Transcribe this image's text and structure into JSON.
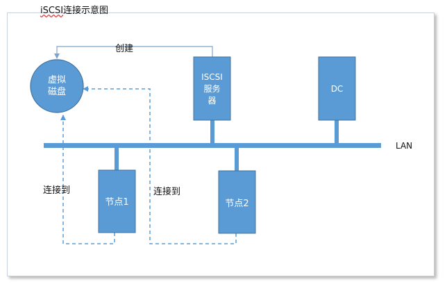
{
  "title": {
    "prefix": "iSCSI",
    "suffix": "连接示意图"
  },
  "nodes": {
    "virtual_disk": {
      "line1": "虚拟",
      "line2": "磁盘"
    },
    "iscsi_server": {
      "line1": "ISCSI",
      "line2": "服务",
      "line3": "器"
    },
    "dc": {
      "label": "DC"
    },
    "node1": {
      "label": "节点1"
    },
    "node2": {
      "label": "节点2"
    }
  },
  "network": {
    "lan_label": "LAN"
  },
  "edges": {
    "create_label": "创建",
    "connect1_label": "连接到",
    "connect2_label": "连接到"
  },
  "colors": {
    "box_fill": "#5b9bd5",
    "box_stroke": "#41719c",
    "bus": "#5b9bd5",
    "create_line": "#7aa6cf",
    "dash": "#5b9bd5"
  }
}
